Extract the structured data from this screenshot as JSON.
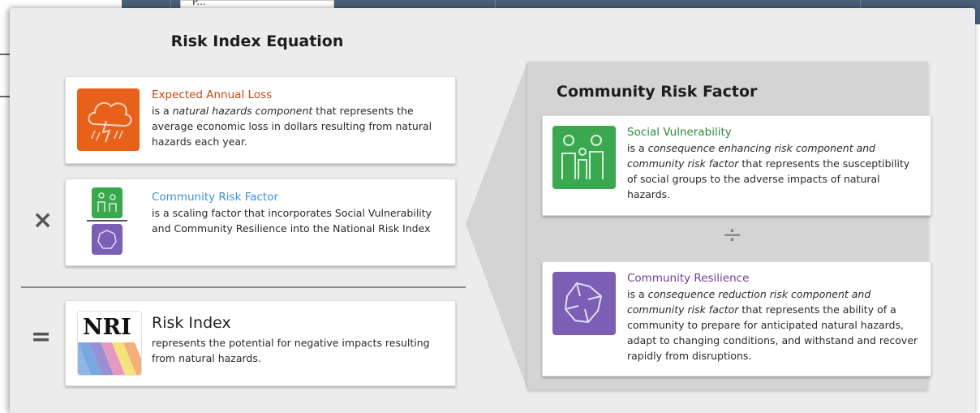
{
  "background": {
    "tab_label": "P..."
  },
  "modal": {
    "title": "Risk Index Equation",
    "operators": {
      "multiply": "×",
      "equals": "=",
      "divide": "÷"
    },
    "left_cards": {
      "eal": {
        "heading": "Expected Annual Loss",
        "pre": "is a ",
        "em": "natural hazards component",
        "post": " that represents the average economic loss in dollars resulting from natural hazards each year.",
        "heading_color": "#c9470f",
        "icon": "storm-cloud-icon",
        "icon_color": "#e8611a"
      },
      "crf": {
        "heading": "Community Risk Factor",
        "body": "is a scaling factor that incorporates Social Vulnerability and Community Resilience into the National Risk Index",
        "heading_color": "#3f8fd8",
        "icon_top": "people-icon",
        "icon_bottom": "hands-icon"
      },
      "risk_index": {
        "heading": "Risk Index",
        "body": "represents the potential for negative impacts resulting from natural hazards.",
        "logo_text": "NRI"
      }
    },
    "right_panel": {
      "title": "Community Risk Factor",
      "social_vulnerability": {
        "heading": "Social Vulnerability",
        "pre": "is a ",
        "em": "consequence enhancing risk component and community risk factor",
        "post": " that represents the susceptibility of social groups to the adverse impacts of natural hazards.",
        "heading_color": "#2b8a3e",
        "icon": "people-icon",
        "icon_color": "#3aa84f"
      },
      "community_resilience": {
        "heading": "Community Resilience",
        "pre": "is a ",
        "em": "consequence reduction risk component and community risk factor",
        "post": " that represents the ability of a community to prepare for anticipated natural hazards, adapt to changing conditions, and withstand and recover rapidly from disruptions.",
        "heading_color": "#6b3fa0",
        "icon": "hands-icon",
        "icon_color": "#7a5fb5"
      }
    }
  }
}
